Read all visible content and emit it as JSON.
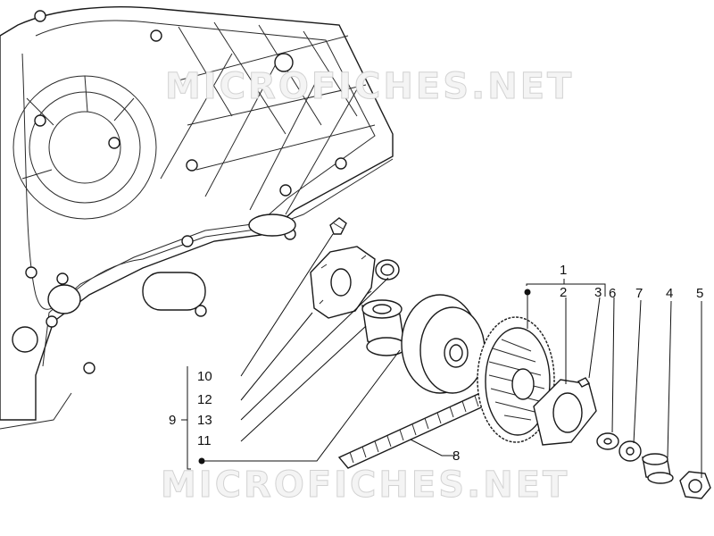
{
  "watermark": "MICROFICHES.NET",
  "callouts": [
    "1",
    "2",
    "3",
    "4",
    "5",
    "6",
    "7",
    "8",
    "9",
    "10",
    "11",
    "12",
    "13"
  ],
  "colors": {
    "line": "#111111",
    "watermark_fill": "#f4f4f4",
    "watermark_stroke": "#d2d2d2"
  }
}
